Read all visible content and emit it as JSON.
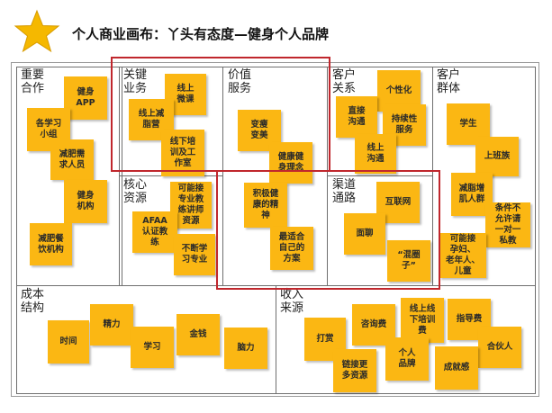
{
  "title": "个人商业画布：丫头有态度—健身个人品牌",
  "colors": {
    "note": "#fbb713",
    "highlight": "#c0272d",
    "star": "#f5b800"
  },
  "sections": {
    "key_partners": "重要\n合作",
    "key_activities": "关键\n业务",
    "key_resources": "核心\n资源",
    "value": "价值\n服务",
    "relationships": "客户\n关系",
    "channels": "渠道\n通路",
    "segments": "客户\n群体",
    "cost": "成本\n结构",
    "revenue": "收入\n来源"
  },
  "notes": {
    "fitness_app": "健身\nAPP",
    "study_group": "各学习\n小组",
    "fat_loss_seekers": "减肥需\n求人员",
    "gym": "健身\n机构",
    "diet_shop": "减肥餐\n饮机构",
    "online_class": "线上\n微课",
    "online_camp": "线上减\n脂营",
    "offline_training": "线下培\n训及工\n作室",
    "pro_trainer": "可能接\n专业教\n练讲师\n资源",
    "afaa": "AFAA\n认证教\n练",
    "keep_learning": "不断学\n习专业",
    "transform": "变瘦\n变美",
    "healthy_idea": "健康健\n身理念",
    "positive_spirit": "积极健\n康的精\n神",
    "best_plan": "最适合\n自己的\n方案",
    "direct_comm": "直接\n沟通",
    "personalized": "个性化",
    "continuous_service": "持续性\n服务",
    "online_comm": "线上\n沟通",
    "internet": "互联网",
    "face_to_face": "面聊",
    "circle": "“混圈\n子”",
    "students": "学生",
    "office_workers": "上班族",
    "fat_loss_crowd": "减脂增\n肌人群",
    "one_on_one": "条件不\n允许请\n一对一\n私教",
    "pregnant_elderly": "可能接\n孕妇、\n老年人、\n儿童",
    "cost_time": "时间",
    "cost_energy": "精力",
    "cost_study": "学习",
    "cost_money": "金钱",
    "cost_brain": "脑力",
    "rev_reward": "打赏",
    "rev_consult": "咨询费",
    "rev_training": "线上线\n下培训\n费",
    "rev_guidance": "指导费",
    "rev_partner": "合伙人",
    "rev_link": "链接更\n多资源",
    "rev_brand": "个人\n品牌",
    "rev_achievement": "成就感"
  }
}
